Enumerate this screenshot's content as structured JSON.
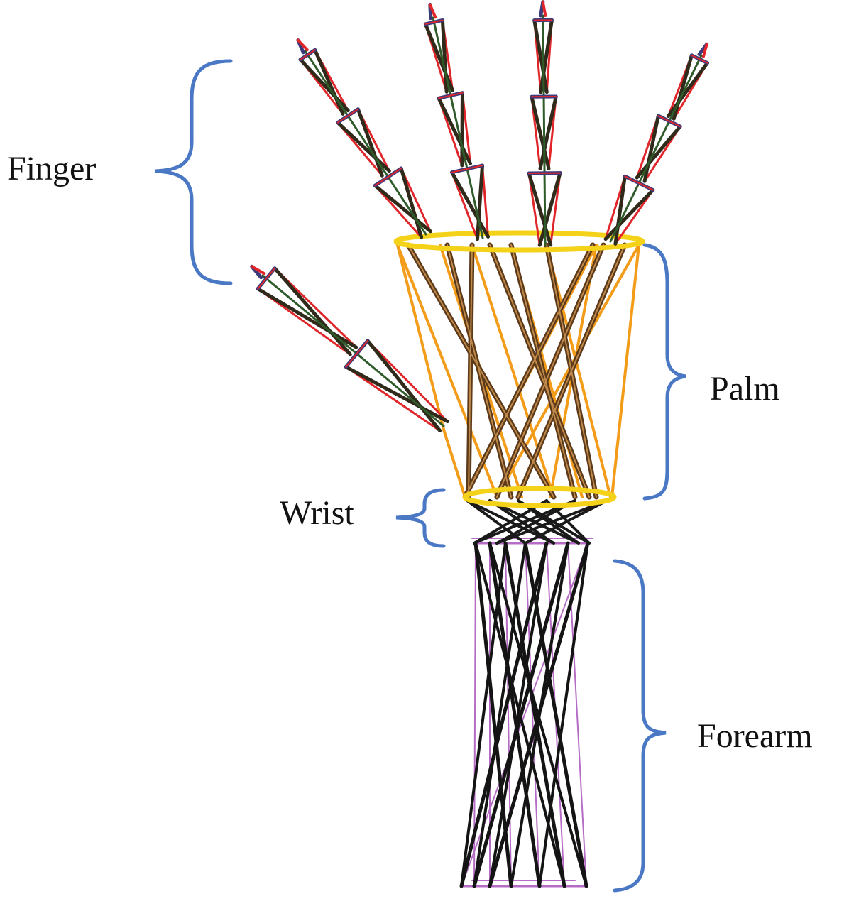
{
  "labels": {
    "finger": "Finger",
    "palm": "Palm",
    "wrist": "Wrist",
    "forearm": "Forearm"
  },
  "colors": {
    "background": "#ffffff",
    "bracket": "#4a78c4",
    "finger_strut": "#2f2a1a",
    "finger_cable": "#e0262a",
    "finger_inner": "#2f5a2a",
    "joint_ring": "#3b3b7a",
    "palm_ring": "#f5d21a",
    "palm_strut": "#5c3a1a",
    "palm_cable": "#f39c1a",
    "wrist_strut": "#1a1a1a",
    "forearm_strut": "#141414",
    "forearm_cable": "#b56cc4"
  }
}
